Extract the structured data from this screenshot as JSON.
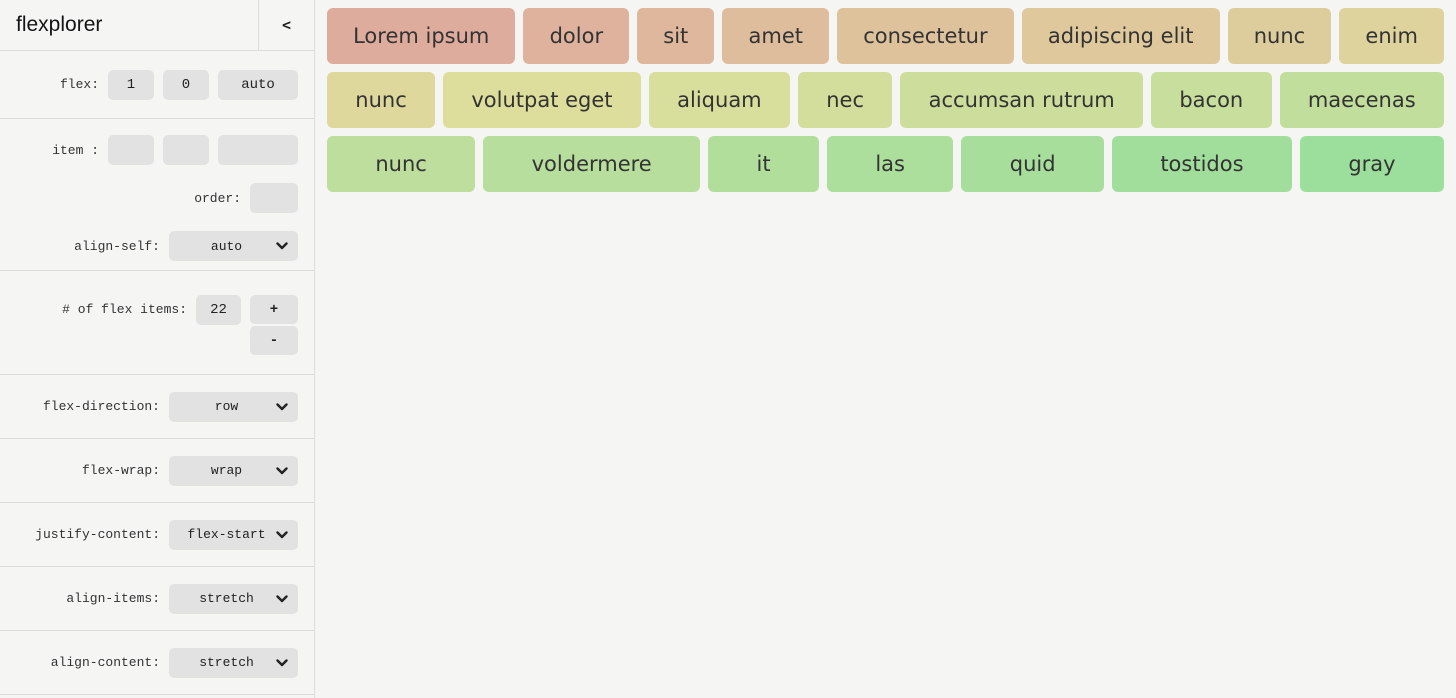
{
  "colors": {
    "page_bg": "#f5f5f4",
    "control_bg": "#e2e2e2",
    "border": "#dcdcdb",
    "text": "#333333"
  },
  "sidebar": {
    "title": "flexplorer",
    "collapse_label": "<",
    "flex_row": {
      "label": "flex:",
      "values": [
        "1",
        "0",
        "auto"
      ]
    },
    "item_row": {
      "label": "item :",
      "values": [
        "",
        "",
        ""
      ]
    },
    "order_row": {
      "label": "order:",
      "value": ""
    },
    "align_self": {
      "label": "align-self:",
      "value": "auto"
    },
    "count_row": {
      "label": "# of flex items:",
      "value": "22",
      "increment_label": "+",
      "decrement_label": "-"
    },
    "selects": [
      {
        "label": "flex-direction:",
        "value": "row"
      },
      {
        "label": "flex-wrap:",
        "value": "wrap"
      },
      {
        "label": "justify-content:",
        "value": "flex-start"
      },
      {
        "label": "align-items:",
        "value": "stretch"
      },
      {
        "label": "align-content:",
        "value": "stretch"
      }
    ]
  },
  "flex_items": {
    "rows": [
      [
        {
          "label": "Lorem ipsum",
          "color": "#DEAC9C"
        },
        {
          "label": "dolor",
          "color": "#DEB29C"
        },
        {
          "label": "sit",
          "color": "#DEB79C"
        },
        {
          "label": "amet",
          "color": "#DEBD9C"
        },
        {
          "label": "consectetur",
          "color": "#DEC29C"
        },
        {
          "label": "adipiscing elit",
          "color": "#DEC89C"
        },
        {
          "label": "nunc",
          "color": "#DECD9C"
        },
        {
          "label": "enim",
          "color": "#DED39C"
        }
      ],
      [
        {
          "label": "nunc",
          "color": "#DED89C"
        },
        {
          "label": "volutpat eget",
          "color": "#DEDE9C"
        },
        {
          "label": "aliquam",
          "color": "#D8DE9C"
        },
        {
          "label": "nec",
          "color": "#D3DE9C"
        },
        {
          "label": "accumsan rutrum",
          "color": "#CDDE9C"
        },
        {
          "label": "bacon",
          "color": "#C8DE9C"
        },
        {
          "label": "maecenas",
          "color": "#C2DE9C"
        }
      ],
      [
        {
          "label": "nunc",
          "color": "#BDDE9C"
        },
        {
          "label": "voldermere",
          "color": "#B7DE9C"
        },
        {
          "label": "it",
          "color": "#B2DE9C"
        },
        {
          "label": "las",
          "color": "#ACDE9C"
        },
        {
          "label": "quid",
          "color": "#A7DE9C"
        },
        {
          "label": "tostidos",
          "color": "#A1DE9C"
        },
        {
          "label": "gray",
          "color": "#9CDE9C"
        }
      ]
    ]
  }
}
